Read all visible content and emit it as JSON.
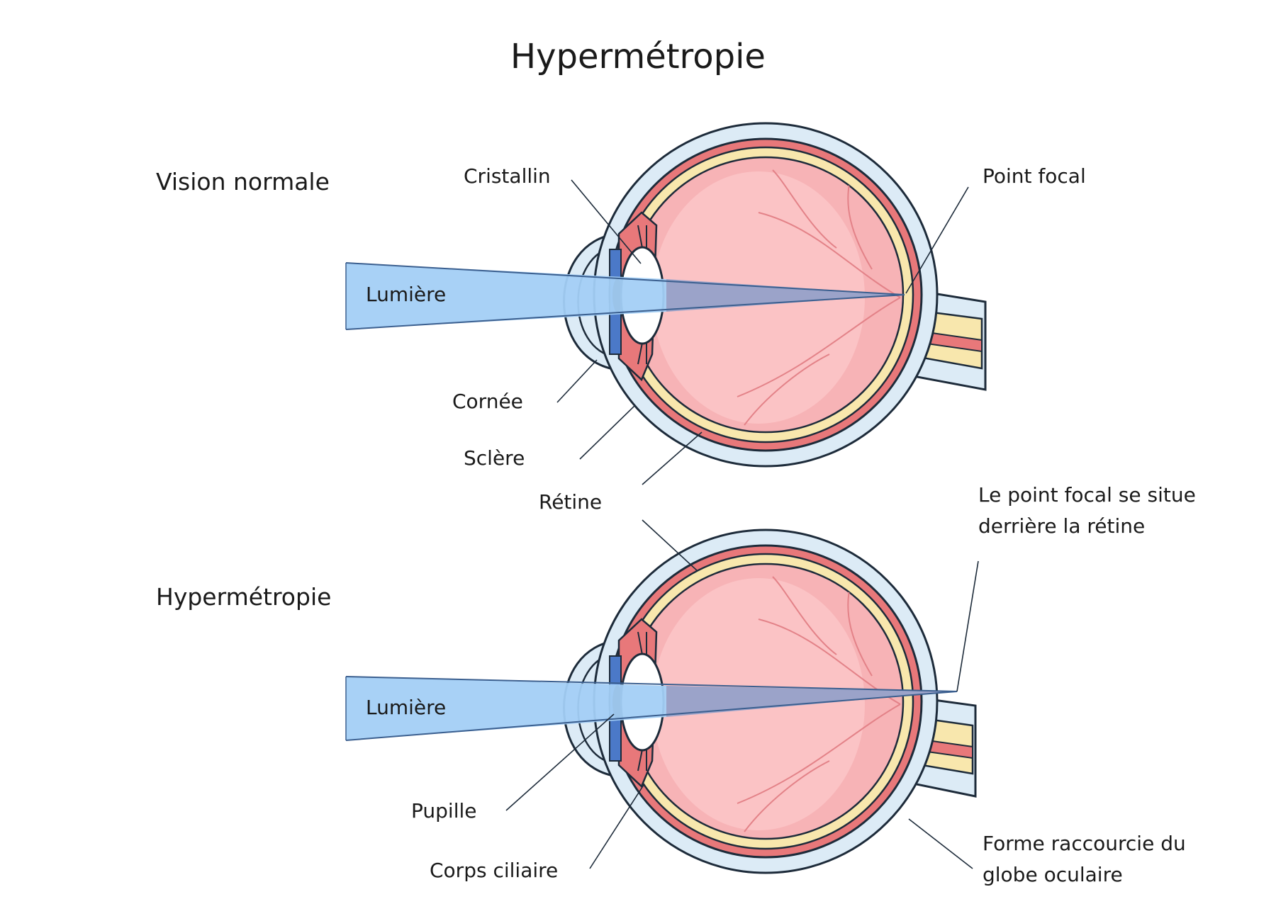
{
  "title": "Hypermétropie",
  "sections": {
    "normal": "Vision normale",
    "hyperopia": "Hypermétropie"
  },
  "labels": {
    "light_top": "Lumière",
    "light_bottom": "Lumière",
    "cristallin": "Cristallin",
    "point_focal": "Point focal",
    "cornee": "Cornée",
    "sclere": "Sclère",
    "retine": "Rétine",
    "focal_behind_1": "Le point focal se situe",
    "focal_behind_2": "derrière la rétine",
    "pupille": "Pupille",
    "corps_ciliaire": "Corps ciliaire",
    "forme_1": "Forme raccourcie du",
    "forme_2": "globe oculaire"
  },
  "colors": {
    "sclera": "#dcebf6",
    "choroid": "#e8787a",
    "retina": "#f8e7ad",
    "vitreous": "#f7b3b6",
    "light": "#a3cff5",
    "light_inside": "#9ba3c9",
    "outline": "#1d2b3a"
  }
}
